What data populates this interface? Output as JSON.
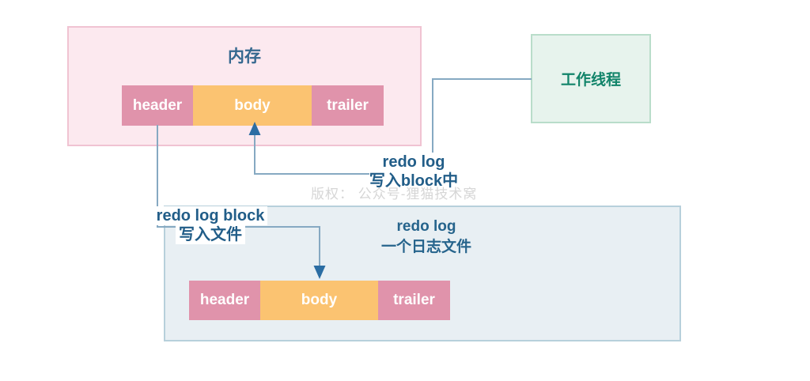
{
  "memory_box": {
    "title": "内存",
    "blocks": {
      "header": "header",
      "body": "body",
      "trailer": "trailer"
    }
  },
  "worker_box": {
    "title": "工作线程"
  },
  "file_box": {
    "title_line1": "redo log",
    "title_line2": "一个日志文件",
    "blocks": {
      "header": "header",
      "body": "body",
      "trailer": "trailer"
    }
  },
  "annotations": {
    "write_to_block": {
      "line1": "redo log",
      "line2": "写入block中"
    },
    "write_to_file": {
      "line1": "redo log block",
      "line2": "写入文件"
    }
  },
  "watermark": "版权： 公众号-狸猫技术窝",
  "colors": {
    "memory_fill": "#fce9ef",
    "memory_border": "#f0c3d2",
    "worker_fill": "#e7f3ed",
    "worker_border": "#b9ddca",
    "file_fill": "#e8eff3",
    "file_border": "#b7d0db",
    "block_pink": "#e093ab",
    "block_orange": "#fbc371",
    "connector_line": "#86a9c2",
    "arrowhead": "#2b6da3",
    "annotation_text": "#215d88",
    "memory_title_text": "#35688f",
    "worker_title_text": "#12846a",
    "file_title_text": "#26648c",
    "watermark_text": "#d6d6d6"
  }
}
